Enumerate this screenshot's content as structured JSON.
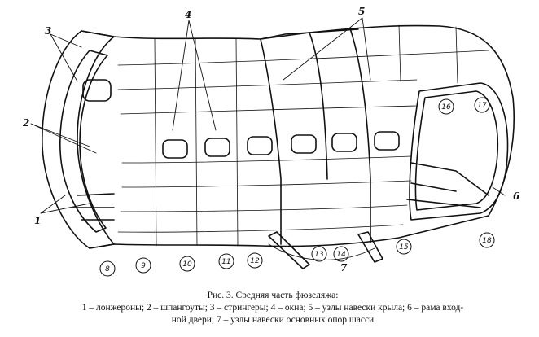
{
  "labels": {
    "n1": "1",
    "n2": "2",
    "n3": "3",
    "n4": "4",
    "n5": "5",
    "n6": "6",
    "n7": "7"
  },
  "circled": [
    "8",
    "9",
    "10",
    "11",
    "12",
    "13",
    "14",
    "15",
    "16",
    "17",
    "18"
  ],
  "caption": {
    "title": "Рис. 3. Средняя часть фюзеляжа:",
    "line1": "1 – лонжероны; 2 – шпангоуты; 3 – стрингеры; 4 – окна; 5 – узлы навески крыла; 6 – рама вход-",
    "line2": "ной двери; 7 – узлы навески основных опор шасси"
  }
}
